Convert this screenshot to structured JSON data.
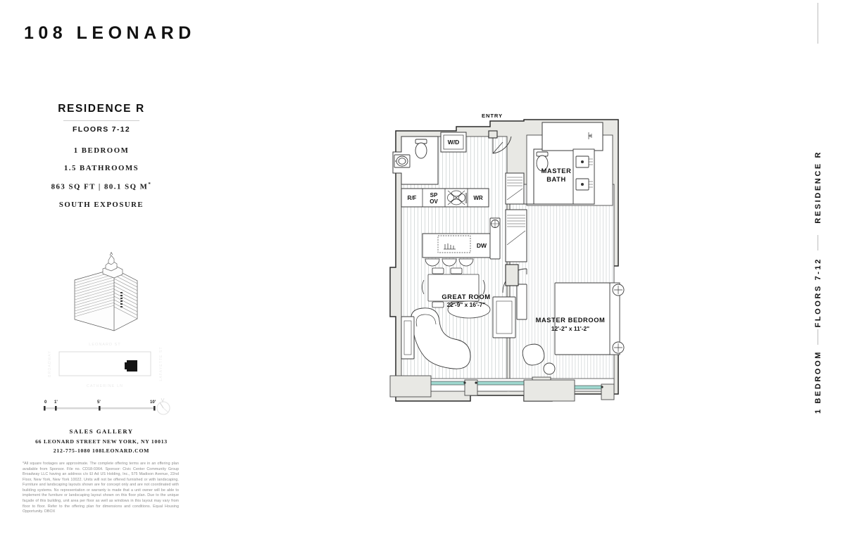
{
  "brand": {
    "name": "108 LEONARD"
  },
  "residence": {
    "title": "RESIDENCE R",
    "floors": "FLOORS 7-12",
    "bedrooms": "1 BEDROOM",
    "bathrooms": "1.5 BATHROOMS",
    "area": "863 SQ FT  |  80.1 SQ M",
    "area_footnote": "*",
    "exposure": "SOUTH EXPOSURE"
  },
  "rail": {
    "items": [
      "RESIDENCE R",
      "FLOORS 7-12",
      "1 BEDROOM"
    ]
  },
  "sitemap": {
    "street_top": "LEONARD ST",
    "street_bottom": "CATHERINE LN",
    "street_left": "BROADWAY",
    "street_right": "LAFAYETTE ST"
  },
  "scale": {
    "ticks": [
      "0",
      "1'",
      "5'",
      "10'"
    ],
    "compass": "north-compass-icon"
  },
  "gallery": {
    "title": "SALES GALLERY",
    "address": "66 LEONARD STREET    NEW YORK, NY 10013",
    "contact": "212-775-1080   108LEONARD.COM"
  },
  "disclaimer": {
    "text": "*All square footages are approximate. The complete offering terms are in an offering plan available from Sponsor. File no. CD18-0364. Sponsor: Civic Center Community Group Broadway LLC having an address c/o El Ad US Holding, Inc., 575 Madison Avenue, 22nd Floor, New York, New York 10022. Units will not be offered furnished or with landscaping. Furniture and landscaping layouts shown are for concept only and are not coordinated with building systems. No representation or warranty is made that a unit owner will be able to implement the furniture or landscaping layout shown on this floor plan. Due to the unique façade of this building, unit area per floor as well as windows in this layout may vary from floor to floor. Refer to the offering plan for dimensions and conditions. Equal Housing Opportunity. DBOX"
  },
  "floorplan": {
    "entry": "ENTRY",
    "rooms": [
      {
        "name": "GREAT ROOM",
        "dimensions": "22'-9\" x 16'-7\""
      },
      {
        "name": "MASTER BEDROOM",
        "dimensions": "12'-2\" x 11'-2\""
      },
      {
        "name": "MASTER BATH",
        "dimensions": ""
      }
    ],
    "appliances": [
      {
        "label": "W/D"
      },
      {
        "label": "R/F"
      },
      {
        "label": "SP"
      },
      {
        "label": "OV"
      },
      {
        "label": "WR"
      },
      {
        "label": "DW"
      }
    ],
    "colors": {
      "wall_fill": "#e8e8e4",
      "floor_line": "#8d9596",
      "glass": "#9fd8cf",
      "outline": "#1a1a1a"
    }
  }
}
